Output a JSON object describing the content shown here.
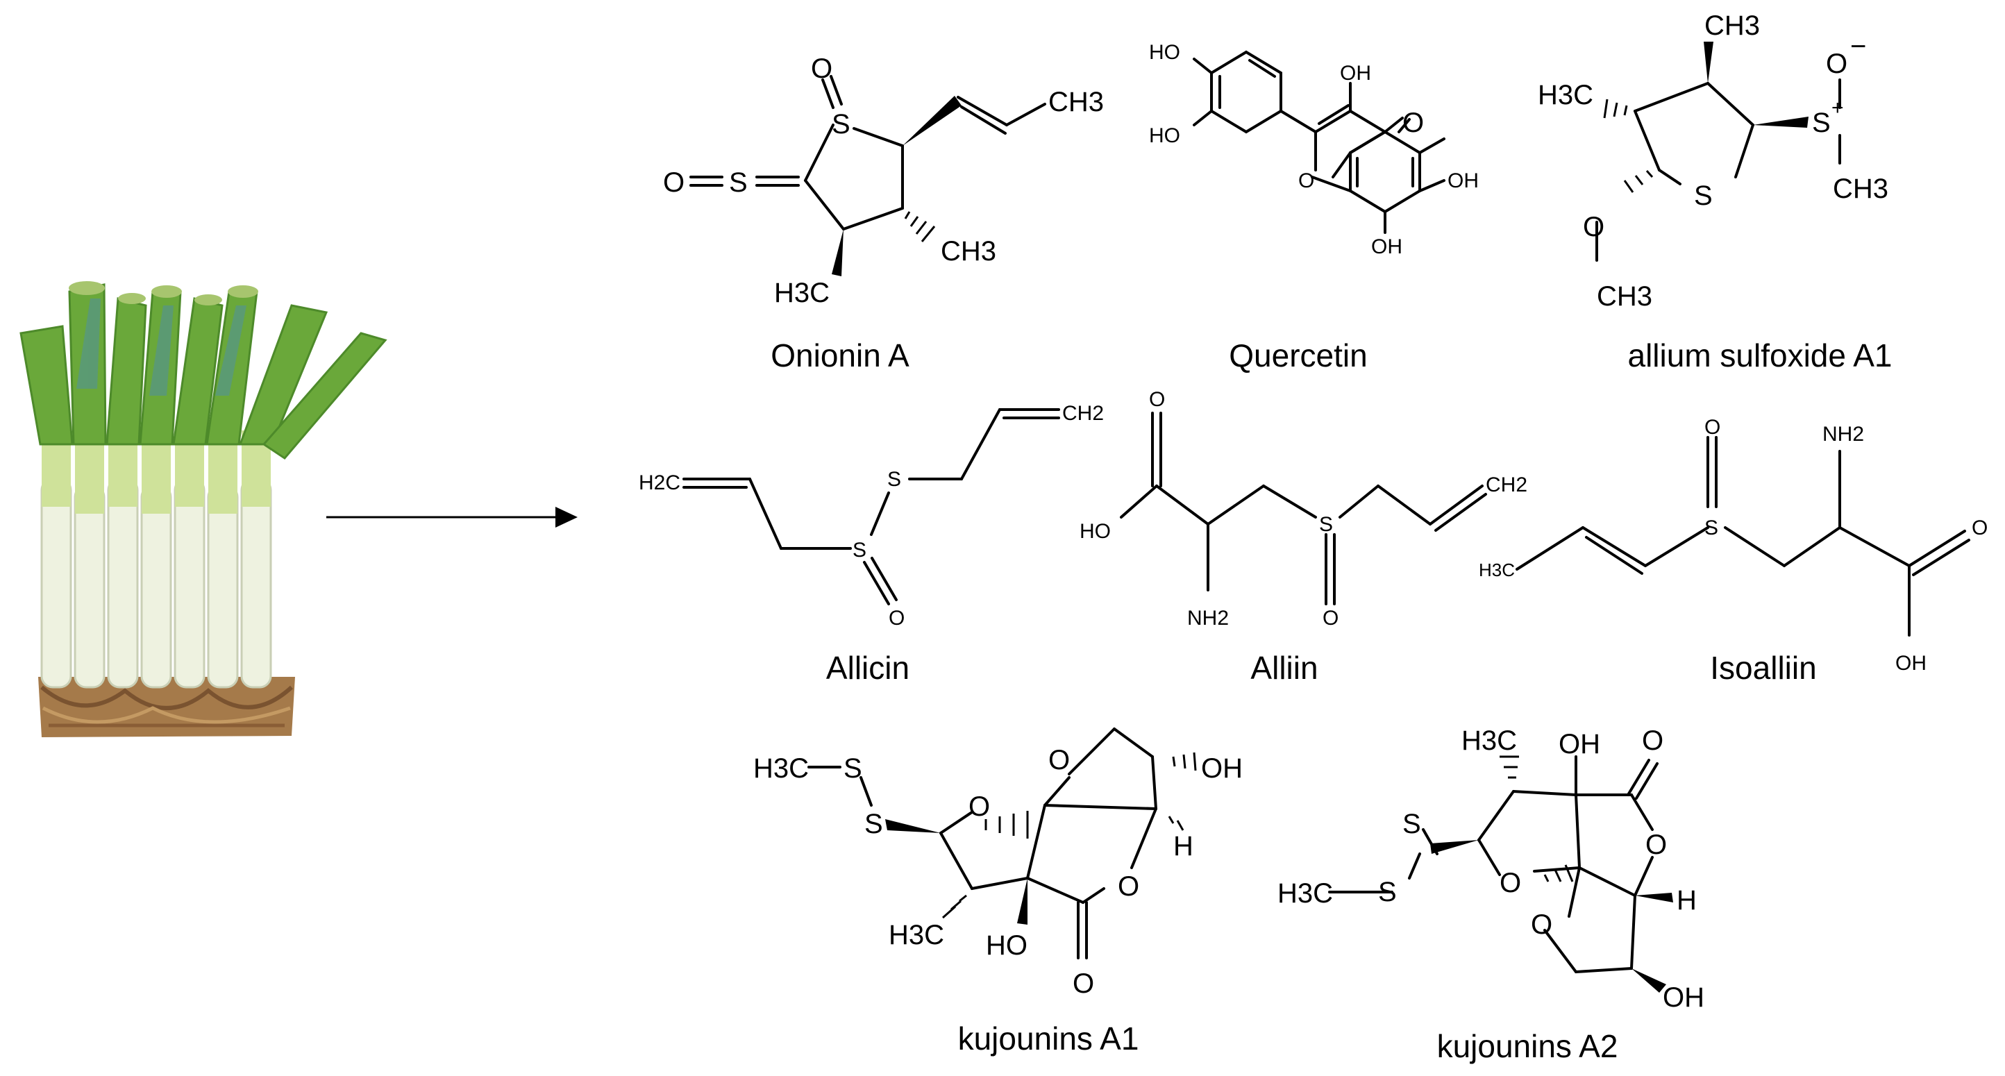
{
  "figure": {
    "plant_icon": "leek-bunch-icon",
    "colors": {
      "leaf_green": "#6aa83a",
      "stem_white": "#eef2e0",
      "root_brown": "#a57a4a",
      "ink": "#000000"
    }
  },
  "compounds": {
    "onionin_a": {
      "name": "Onionin A",
      "atoms": {
        "s1": "S",
        "s2": "S",
        "o1": "O",
        "o2": "O",
        "ch3_a": "CH3",
        "ch3_b": "CH3",
        "h3c": "H3C"
      }
    },
    "quercetin": {
      "name": "Quercetin",
      "atoms": {
        "ho1": "HO",
        "ho2": "HO",
        "oh1": "OH",
        "oh2": "OH",
        "oh3": "OH",
        "o_ring": "O",
        "o_keto": "O"
      }
    },
    "allium_sulfoxide_a1": {
      "name": "allium sulfoxide A1",
      "atoms": {
        "ch3_top": "CH3",
        "h3c": "H3C",
        "s_ring": "S",
        "s_plus": "S",
        "plus": "+",
        "o_minus": "O",
        "minus": "−",
        "ch3_s": "CH3",
        "o_meth": "O",
        "ch3_o": "CH3"
      }
    },
    "allicin": {
      "name": "Allicin",
      "atoms": {
        "h2c": "H2C",
        "ch2": "CH2",
        "s1": "S",
        "s2": "S",
        "o": "O"
      }
    },
    "alliin": {
      "name": "Alliin",
      "atoms": {
        "o": "O",
        "ho": "HO",
        "nh2": "NH2",
        "s": "S",
        "o_s": "O",
        "ch2": "CH2"
      }
    },
    "isoalliin": {
      "name": "Isoalliin",
      "atoms": {
        "h3c": "H3C",
        "s": "S",
        "o_s": "O",
        "nh2": "NH2",
        "o": "O",
        "oh": "OH"
      }
    },
    "kujounins_a1": {
      "name": "kujounins A1",
      "atoms": {
        "h3c_s": "H3C",
        "s1": "S",
        "s2": "S",
        "o_ring1": "O",
        "o_ring2": "O",
        "o_ring3": "O",
        "oh_top": "OH",
        "h": "H",
        "h3c": "H3C",
        "ho": "HO",
        "o_keto": "O"
      }
    },
    "kujounins_a2": {
      "name": "kujounins A2",
      "atoms": {
        "h3c_top": "H3C",
        "oh_top": "OH",
        "o_keto": "O",
        "s1": "S",
        "s2": "S",
        "h3c_s": "H3C",
        "o_ring1": "O",
        "o_ring2": "O",
        "o_ring3": "O",
        "h": "H",
        "oh_bot": "OH"
      }
    }
  }
}
